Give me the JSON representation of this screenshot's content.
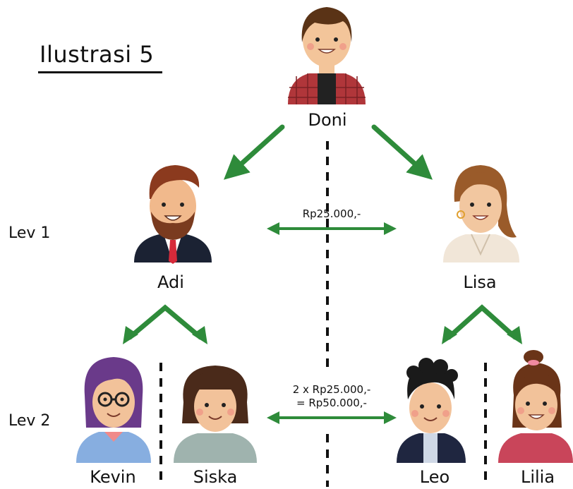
{
  "title": "Ilustrasi 5",
  "levels": {
    "lev1": "Lev 1",
    "lev2": "Lev 2"
  },
  "people": {
    "doni": "Doni",
    "adi": "Adi",
    "lisa": "Lisa",
    "kevin": "Kevin",
    "siska": "Siska",
    "leo": "Leo",
    "lilia": "Lilia"
  },
  "amounts": {
    "lev1": "Rp25.000,-",
    "lev2_line1": "2 x Rp25.000,-",
    "lev2_line2": "= Rp50.000,-"
  },
  "colors": {
    "arrow": "#2e8b3a",
    "text": "#111111"
  }
}
